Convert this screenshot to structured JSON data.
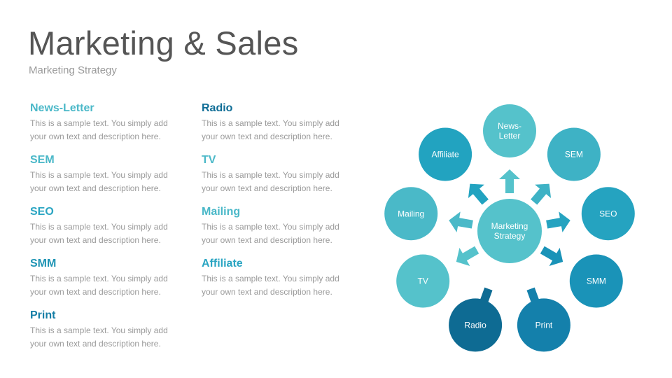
{
  "title": "Marketing & Sales",
  "subtitle": "Marketing Strategy",
  "description_text": "This is a sample text. You simply add your own text and description here.",
  "left_items": [
    {
      "title": "News-Letter",
      "color": "#4ab8c8"
    },
    {
      "title": "SEM",
      "color": "#4ab8c8"
    },
    {
      "title": "SEO",
      "color": "#2aa5c2"
    },
    {
      "title": "SMM",
      "color": "#1e94b4"
    },
    {
      "title": "Print",
      "color": "#157ea6"
    }
  ],
  "right_items": [
    {
      "title": "Radio",
      "color": "#0f6d96"
    },
    {
      "title": "TV",
      "color": "#4ab8c8"
    },
    {
      "title": "Mailing",
      "color": "#4ab8c8"
    },
    {
      "title": "Affiliate",
      "color": "#2aa5c2"
    }
  ],
  "diagram": {
    "center": {
      "label": [
        "Marketing",
        "Strategy"
      ],
      "color": "#55c2cb"
    },
    "nodes": [
      {
        "label": [
          "News-",
          "Letter"
        ],
        "color": "#55c2cb"
      },
      {
        "label": [
          "SEM"
        ],
        "color": "#3eb2c5"
      },
      {
        "label": [
          "SEO"
        ],
        "color": "#25a3c0"
      },
      {
        "label": [
          "SMM"
        ],
        "color": "#1a93b8"
      },
      {
        "label": [
          "Print"
        ],
        "color": "#1480ab"
      },
      {
        "label": [
          "Radio"
        ],
        "color": "#0e6b93"
      },
      {
        "label": [
          "TV"
        ],
        "color": "#55c2cb"
      },
      {
        "label": [
          "Mailing"
        ],
        "color": "#4ab9c8"
      },
      {
        "label": [
          "Affiliate"
        ],
        "color": "#22a3c0"
      }
    ],
    "arrows": [
      {
        "direction": "out",
        "color": "#55c2cb"
      },
      {
        "direction": "out",
        "color": "#3eb2c5"
      },
      {
        "direction": "out",
        "color": "#25a3c0"
      },
      {
        "direction": "out",
        "color": "#1a93b8"
      },
      {
        "direction": "in",
        "color": "#1480ab"
      },
      {
        "direction": "in",
        "color": "#0e6b93"
      },
      {
        "direction": "out",
        "color": "#55c2cb"
      },
      {
        "direction": "out",
        "color": "#4ab9c8"
      },
      {
        "direction": "out",
        "color": "#22a3c0"
      }
    ]
  }
}
